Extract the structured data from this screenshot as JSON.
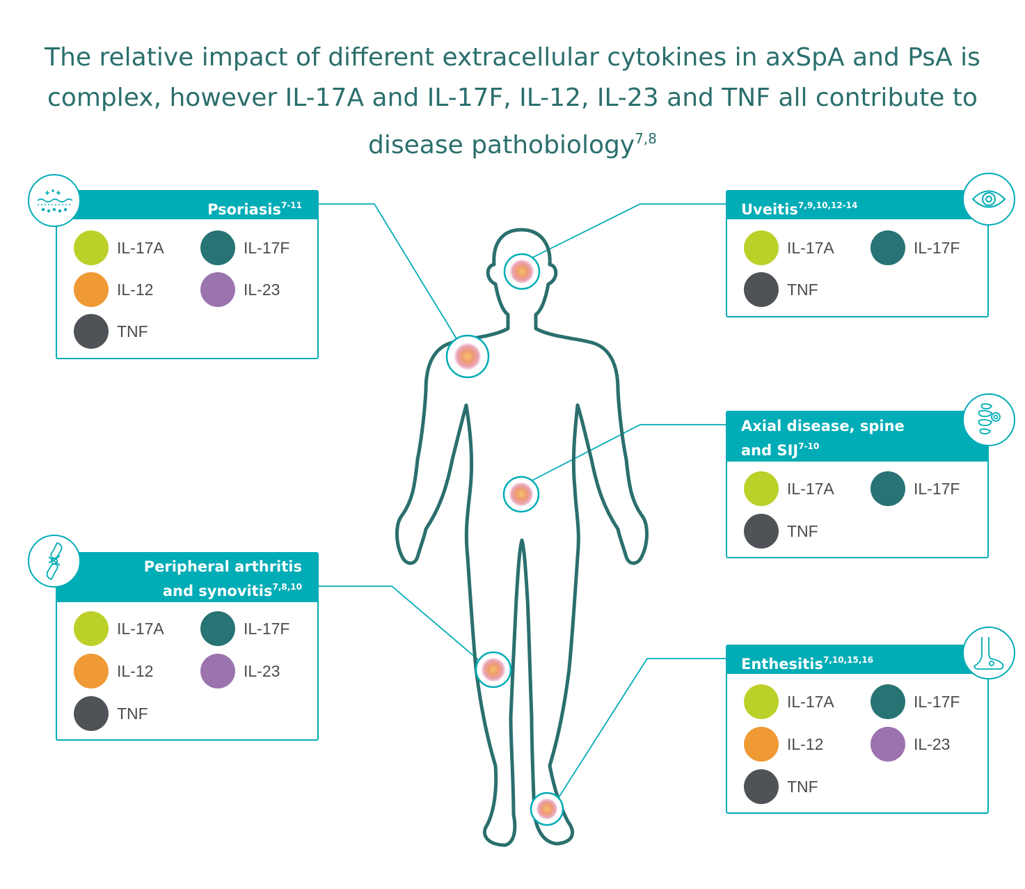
{
  "title": {
    "line1": "The relative impact of different extracellular cytokines in axSpA and PsA is",
    "line2": "complex, however IL-17A and IL-17F, IL-12, IL-23 and TNF all contribute to",
    "line3": "disease pathobiology",
    "ref": "7,8"
  },
  "colors": {
    "teal_accent": "#00acb6",
    "title_teal": "#2a6f6d",
    "body_outline": "#2a6f6d",
    "IL-17A": "#bcd02a",
    "IL-17F": "#287373",
    "IL-12": "#ef9a34",
    "IL-23": "#9b74ae",
    "TNF": "#4f5256"
  },
  "cards": {
    "psoriasis": {
      "title": "Psoriasis",
      "ref": "7-11",
      "icon": "skin-icon",
      "cytokines": [
        "IL-17A",
        "IL-17F",
        "IL-12",
        "IL-23",
        "TNF"
      ]
    },
    "uveitis": {
      "title": "Uveitis",
      "ref": "7,9,10,12-14",
      "icon": "eye-icon",
      "cytokines": [
        "IL-17A",
        "IL-17F",
        "TNF"
      ]
    },
    "axial": {
      "title_line1": "Axial disease, spine",
      "title_line2": "and SIJ",
      "ref": "7-10",
      "icon": "spine-icon",
      "cytokines": [
        "IL-17A",
        "IL-17F",
        "TNF"
      ]
    },
    "peripheral": {
      "title_line1": "Peripheral arthritis",
      "title_line2": "and synovitis",
      "ref": "7,8,10",
      "icon": "joint-icon",
      "cytokines": [
        "IL-17A",
        "IL-17F",
        "IL-12",
        "IL-23",
        "TNF"
      ]
    },
    "enthesitis": {
      "title": "Enthesitis",
      "ref": "7,10,15,16",
      "icon": "foot-icon",
      "cytokines": [
        "IL-17A",
        "IL-17F",
        "IL-12",
        "IL-23",
        "TNF"
      ]
    }
  }
}
